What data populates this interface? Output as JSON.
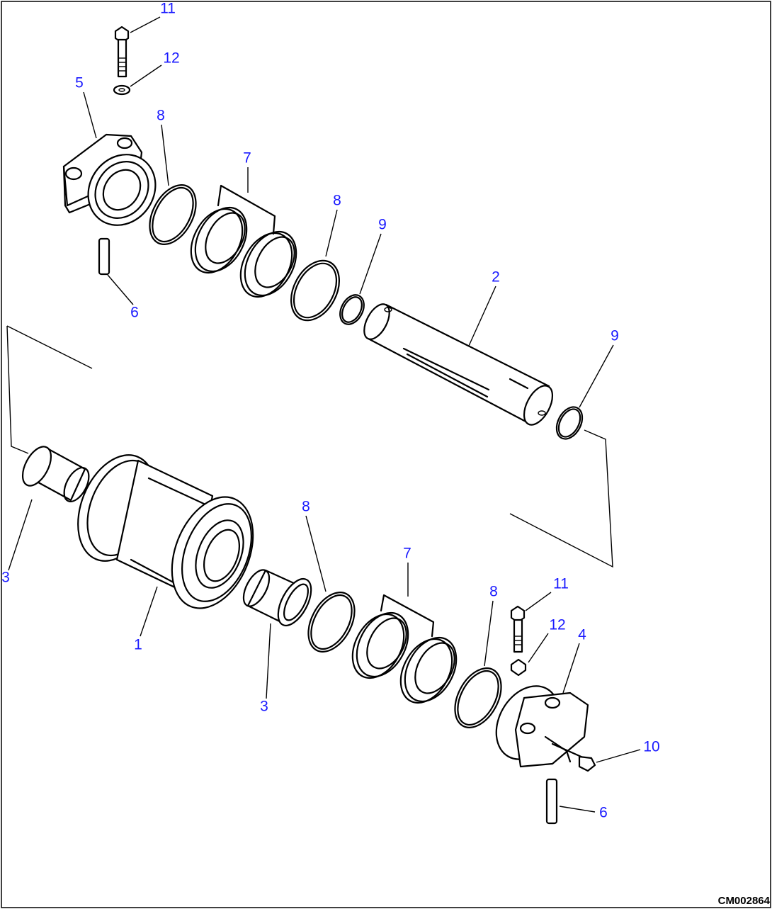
{
  "drawing_ref": "CM002864",
  "callouts": {
    "c1": "1",
    "c2": "2",
    "c3a": "3",
    "c3b": "3",
    "c4": "4",
    "c5": "5",
    "c6a": "6",
    "c6b": "6",
    "c7a": "7",
    "c7b": "7",
    "c8a": "8",
    "c8b": "8",
    "c8c": "8",
    "c8d": "8",
    "c9a": "9",
    "c9b": "9",
    "c10": "10",
    "c11a": "11",
    "c11b": "11",
    "c12a": "12",
    "c12b": "12"
  },
  "colors": {
    "callout": "#1a1aff",
    "line": "#000000",
    "background": "#ffffff"
  }
}
